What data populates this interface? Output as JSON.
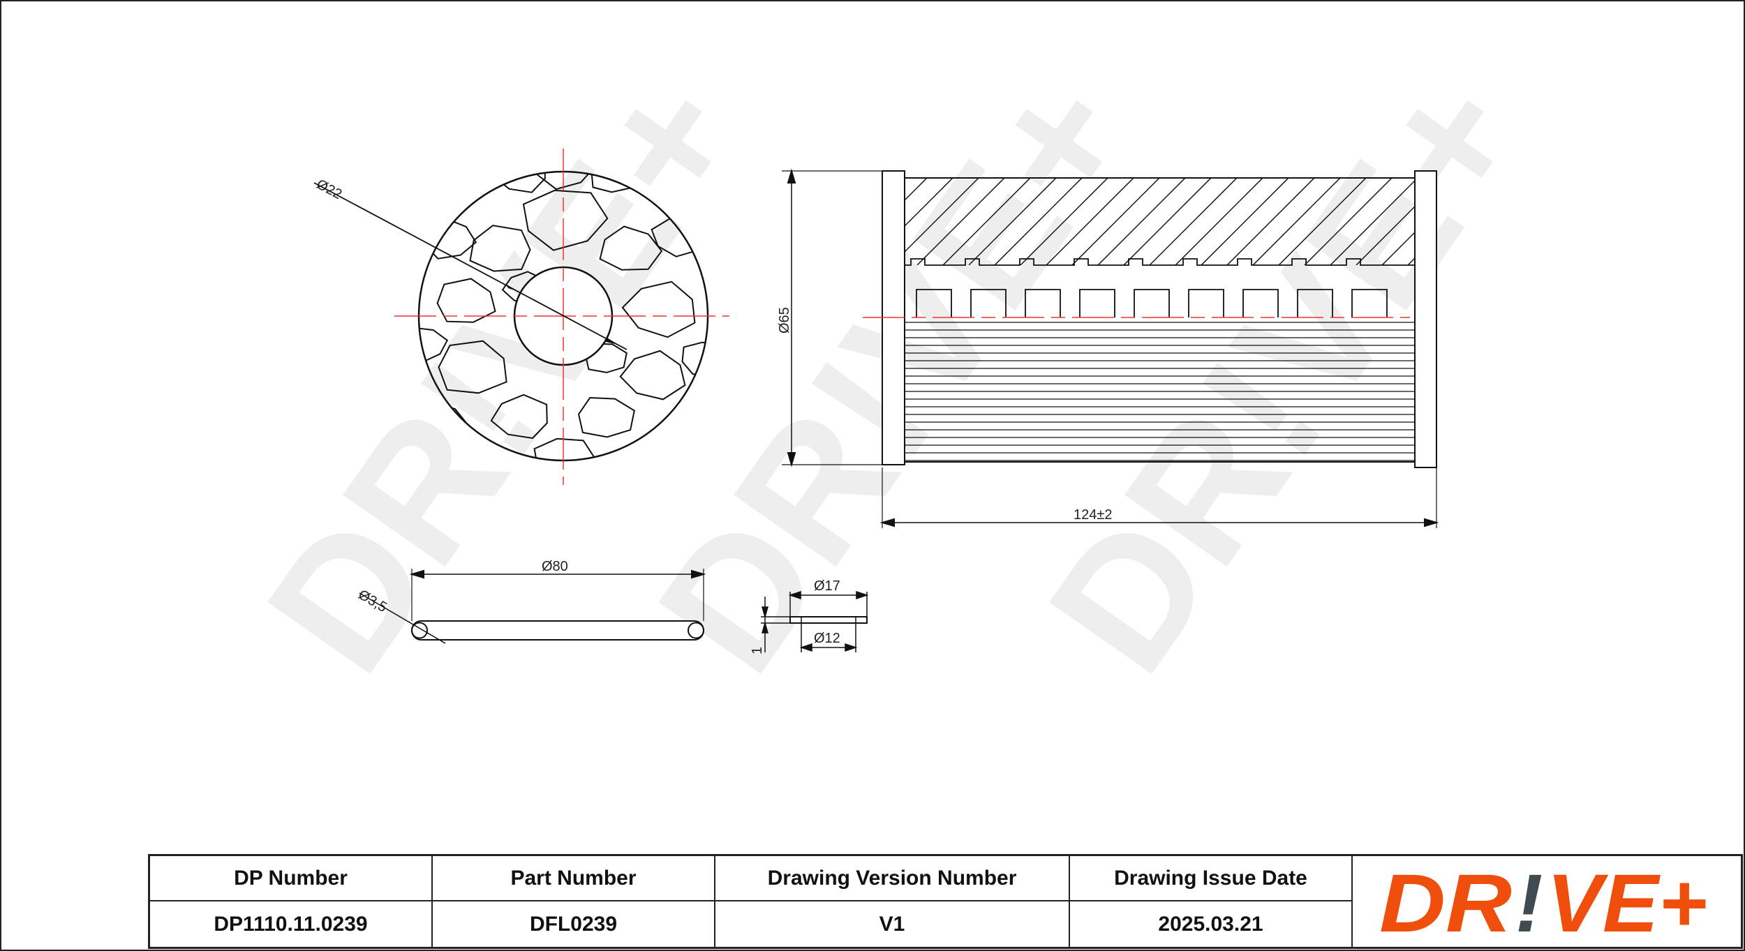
{
  "watermark": "DR!VE+",
  "dimensions": {
    "inner_diameter": "Ø22",
    "outer_diameter": "Ø65",
    "length": "124±2",
    "oring_diameter": "Ø80",
    "oring_cross_section": "Ø3,5",
    "washer_outer": "Ø17",
    "washer_inner": "Ø12",
    "washer_thickness": "1"
  },
  "table": {
    "headers": [
      "DP Number",
      "Part Number",
      "Drawing Version Number",
      "Drawing Issue Date"
    ],
    "values": [
      "DP1110.11.0239",
      "DFL0239",
      "V1",
      "2025.03.21"
    ]
  },
  "logo": {
    "text": "DR!VE+",
    "orange": "#f04e0c",
    "gray": "#3f4b50"
  }
}
